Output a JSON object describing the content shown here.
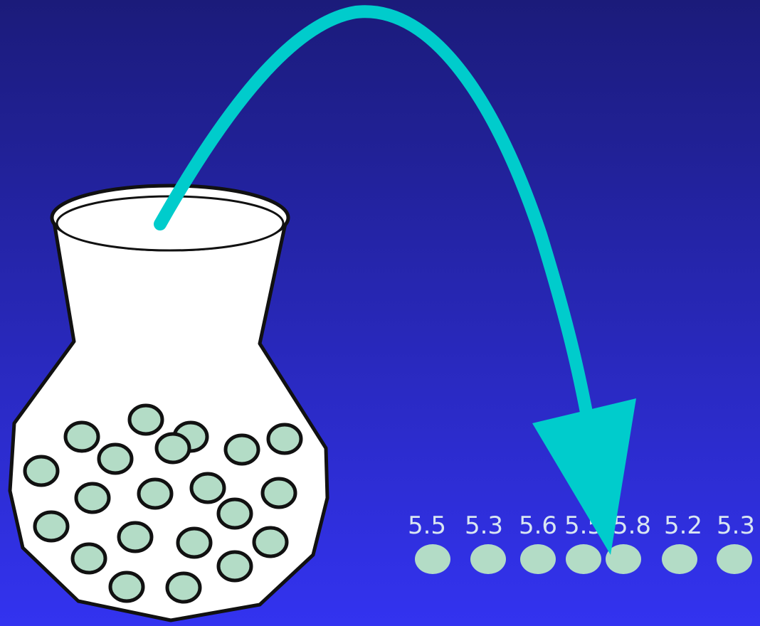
{
  "colors": {
    "background_top": "#1b1b7a",
    "background_bottom": "#3333f0",
    "arrow": "#00cccc",
    "marble_fill": "#b3dcc6",
    "jar_fill": "#ffffff",
    "jar_outline": "#111111",
    "text": "#d9e6f2"
  },
  "icons": {
    "jar": "vase-icon",
    "marble": "circle-icon",
    "arrow": "curved-arrow-icon"
  },
  "jar": {
    "marble_count": 21
  },
  "sample": {
    "values": [
      "5.5",
      "5.3",
      "5.6",
      "5.5",
      "5.8",
      "5.2",
      "5.3"
    ]
  }
}
